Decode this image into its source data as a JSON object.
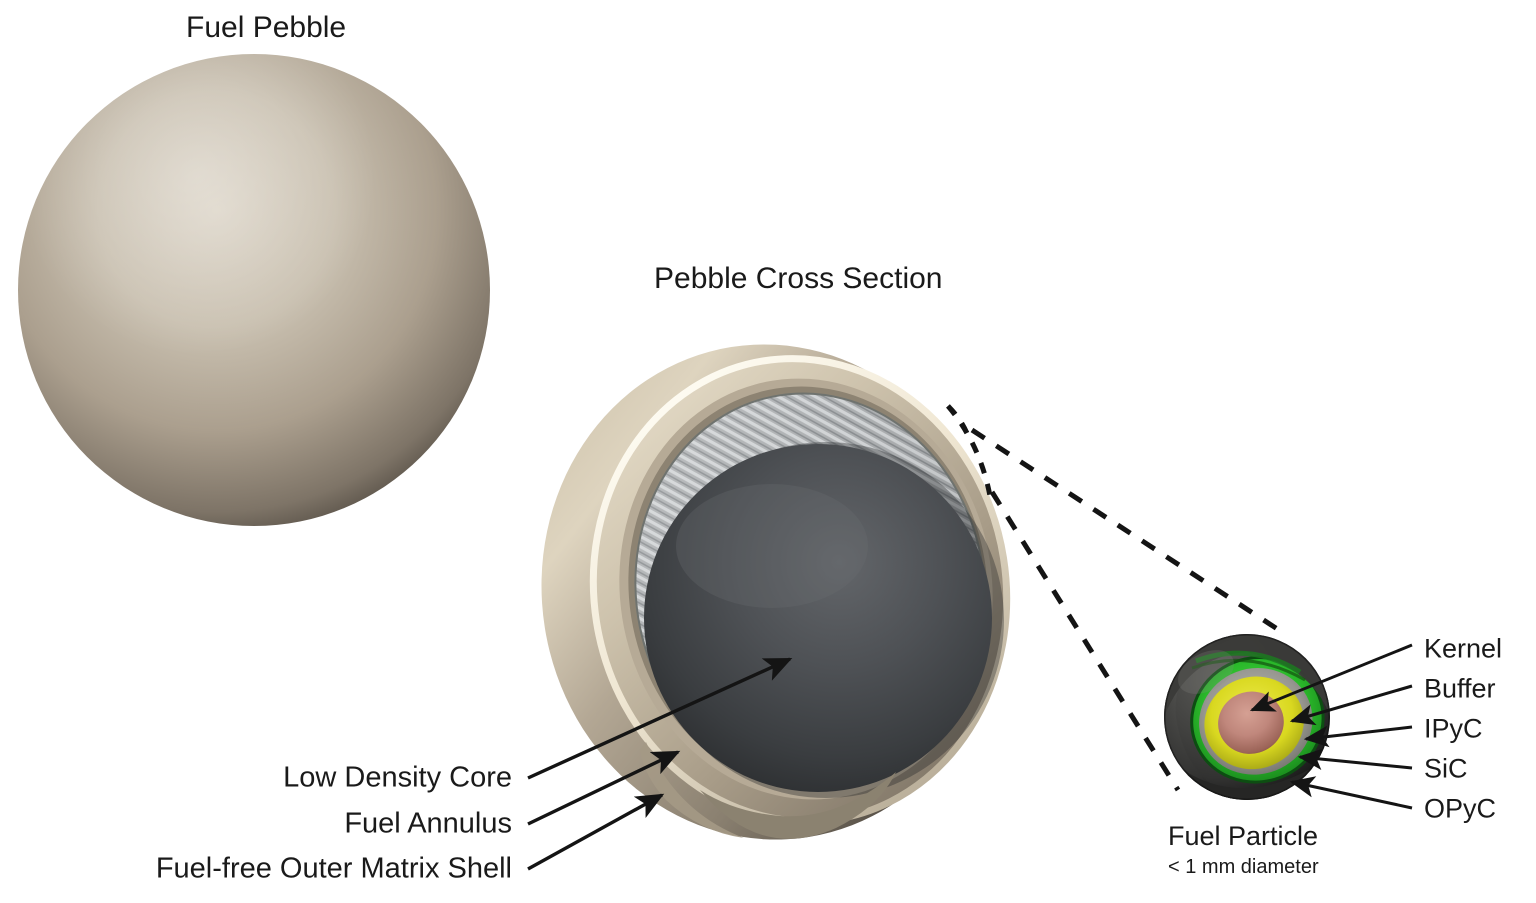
{
  "figure": {
    "kind": "technical-illustration",
    "subject": "TRISO fuel pebble cutaway diagram",
    "background_color": "#ffffff",
    "text_color": "#1a1a1a"
  },
  "titles": {
    "fuel_pebble": "Fuel Pebble",
    "pebble_cross_section": "Pebble Cross Section"
  },
  "pebble": {
    "name": "fuel-pebble-sphere",
    "surface_color": "#b8ac9c",
    "highlight_color": "#d8cfc0",
    "shadow_color": "#3b352e"
  },
  "cross_section": {
    "layers": [
      {
        "id": "outer-matrix-shell",
        "label": "Fuel-free Outer Matrix Shell",
        "color": "#c2b59f"
      },
      {
        "id": "fuel-annulus",
        "label": "Fuel Annulus",
        "color": "#9fa2a4"
      },
      {
        "id": "low-density-core",
        "label": "Low Density Core",
        "color": "#3e4144"
      }
    ],
    "callout_labels": [
      "Low Density Core",
      "Fuel Annulus",
      "Fuel-free Outer Matrix Shell"
    ]
  },
  "fuel_particle": {
    "caption": "Fuel Particle",
    "caption_sub": "< 1 mm diameter",
    "layers": [
      {
        "id": "kernel",
        "label": "Kernel",
        "color": "#c0877c"
      },
      {
        "id": "buffer",
        "label": "Buffer",
        "color": "#d9d820"
      },
      {
        "id": "ipyc",
        "label": "IPyC",
        "color": "#9b9b96"
      },
      {
        "id": "sic",
        "label": "SiC",
        "color": "#2ab82a"
      },
      {
        "id": "opyc",
        "label": "OPyC",
        "color": "#3a3a38"
      }
    ],
    "layer_labels": [
      "Kernel",
      "Buffer",
      "IPyC",
      "SiC",
      "OPyC"
    ]
  },
  "magnification": {
    "style": "dashed-cone",
    "from": "fuel-annulus region on pebble cross section",
    "to": "fuel particle",
    "line_color": "#141414"
  }
}
